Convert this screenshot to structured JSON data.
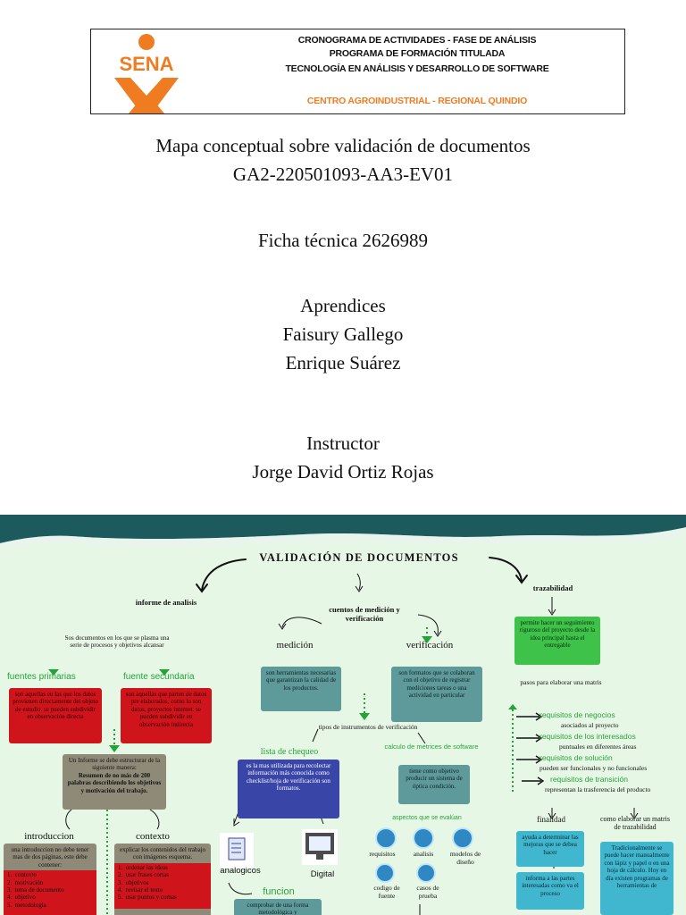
{
  "header": {
    "logo_text": "SENA",
    "line1": "CRONOGRAMA DE ACTIVIDADES - FASE DE ANÁLISIS",
    "line2": "PROGRAMA DE FORMACIÓN TITULADA",
    "line3": "TECNOLOGÍA EN ANÁLISIS Y DESARROLLO DE SOFTWARE",
    "center": "CENTRO AGROINDUSTRIAL - REGIONAL QUINDIO"
  },
  "cover": {
    "title1": "Mapa conceptual sobre validación de documentos",
    "title2": "GA2-220501093-AA3-EV01",
    "ficha": "Ficha técnica 2626989",
    "aprendices_label": "Aprendices",
    "aprendiz1": "Faisury Gallego",
    "aprendiz2": "Enrique Suárez",
    "instructor_label": "Instructor",
    "instructor": "Jorge David Ortiz Rojas"
  },
  "colors": {
    "accent_orange": "#f07c22",
    "map_bg": "#e7f7e5",
    "teal_wave": "#1d5a5e",
    "green": "#26a23a"
  },
  "map": {
    "title": "VALIDACIÓN DE DOCUMENTOS",
    "informe": {
      "heading": "informe de analisis",
      "desc": "Sos documentos en los que se plasma una serie de procesos y objetivos alcansar",
      "primarias_label": "fuentes primarias",
      "primarias_text": "son aquellas en las que los datos provienen directamente del objeto de estudio. se pueden subdividir en observación directa",
      "secundaria_label": "fuente secundaria",
      "secundaria_text": "son aquellas que parten de datos pre elaborados, como lo son datos, proyectos internet. se pueden subdividir en observación indirecta",
      "informe_text1": "Un Informe se debe estructurar de la siguiente manera:",
      "informe_text2": "Resumen de no más de 200 palabras describiendo los objetivos y motivación del trabajo.",
      "intro_label": "introduccion",
      "intro_text": "una introduccion no debe tener mas de dos páginas, este debe contener:",
      "intro_items": [
        "contexto",
        "motivación",
        "tema de documento",
        "objetivo",
        "metodologia"
      ],
      "contexto_label": "contexto",
      "contexto_text": "explicar los contenidos del trabajo con imágenes esquema.",
      "contexto_items": [
        "ordenar las ideas",
        "usar frases cortas",
        "objetivos",
        "revisar el texto",
        "usar puntos y comas"
      ]
    },
    "cuentos": {
      "heading": "cuentos de medición y verificación",
      "medicion_label": "medición",
      "medicion_text": "son herramientas necesarias que garantizan la calidad de los productos.",
      "verificacion_label": "verificación",
      "verificacion_text": "son formatos que se colaboran con el objetivo de registrar mediciones tareas o una actividad en particular",
      "tipos": "tipos de instrumentos de verificación",
      "lista_label": "lista de chequeo",
      "lista_text": "es la mas utilizada para recolectar información más conocida como checklist/hoja de verificación son formatos.",
      "analogicos": "analogicos",
      "digital": "Digital",
      "funcion_label": "funcion",
      "funcion_text": "comprobar de una forma metodológica y",
      "calculo_label": "calculo de metrices de software",
      "calculo_text": "tiene como objetivo producir un sistema de óptica condición.",
      "aspectos": "aspectos que se evalúan",
      "aspect_items": [
        "requisitos",
        "analisis",
        "modelos de diseño",
        "codigo de fuente",
        "casos de prueba"
      ]
    },
    "trazabilidad": {
      "heading": "trazabilidad",
      "green_text": "permite hacer un seguimiento riguroso del proyecto desde la idea principal hasta el entregable",
      "pasos": "pasos para elaborar una matris",
      "req_negocios": "requisitos de negocios",
      "req_negocios_sub": "asociados al proyecto",
      "req_interesados": "requisitos de los interesados",
      "req_interesados_sub": "puntuales en diferentes áreas",
      "req_solucion": "requisitos de solución",
      "req_solucion_sub": "pueden ser funcionales y no funcionales",
      "req_transicion": "requisitos de transición",
      "req_transicion_sub": "representan la trasferencia del producto",
      "finalidad_label": "finalidad",
      "finalidad_text1": "ayuda a determinar las mejoras que se debea hacer",
      "finalidad_text2": "informa a las partes interesadas como va el proceso",
      "como_label": "como elaborar un matris de trazabilidad",
      "como_text": "Tradicionalmente se puede hacer manualmente con lápiz y papel o en una hoja de cálculo. Hoy en día existen programas de herramientas de"
    }
  }
}
